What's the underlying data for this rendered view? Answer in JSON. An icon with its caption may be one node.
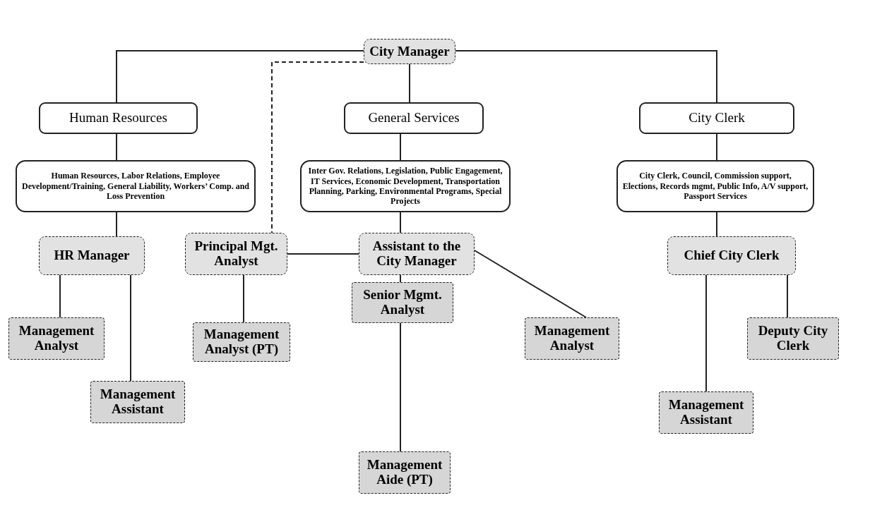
{
  "diagram": {
    "nodes": [
      {
        "text": [
          "City Manager"
        ]
      },
      {
        "text": [
          "Human Resources"
        ]
      },
      {
        "text": [
          "General Services"
        ]
      },
      {
        "text": [
          "City Clerk"
        ]
      },
      {
        "text": [
          "Human Resources, Labor Relations, Employee Development/Training, General Liability, Workers’ Comp. and Loss Prevention"
        ]
      },
      {
        "text": [
          "Inter Gov. Relations, Legislation, Public Engagement, IT Services, Economic Development, Transportation Planning, Parking, Environmental Programs, Special Projects"
        ]
      },
      {
        "text": [
          "City Clerk, Council, Commission support, Elections, Records mgmt, Public Info, A/V support, Passport Services"
        ]
      },
      {
        "text": [
          "HR Manager"
        ]
      },
      {
        "text": [
          "Principal Mgt. Analyst"
        ]
      },
      {
        "text": [
          "Assistant to the City Manager"
        ]
      },
      {
        "text": [
          "Chief City Clerk"
        ]
      },
      {
        "text": [
          "Management Analyst"
        ]
      },
      {
        "text": [
          "Management Assistant"
        ]
      },
      {
        "text": [
          "Management Analyst (PT)"
        ]
      },
      {
        "text": [
          "Senior Mgmt. Analyst"
        ]
      },
      {
        "text": [
          "Management Analyst"
        ]
      },
      {
        "text": [
          "Deputy City Clerk"
        ]
      },
      {
        "text": [
          "Management Assistant"
        ]
      },
      {
        "text": [
          "Management Aide (PT)"
        ]
      }
    ],
    "edges": [
      {
        "from": 0,
        "to": 1,
        "arrow": "none"
      },
      {
        "from": 0,
        "to": 2,
        "arrow": "none"
      },
      {
        "from": 0,
        "to": 3,
        "arrow": "none"
      },
      {
        "from": 0,
        "to": 8,
        "arrow": "none",
        "style": "dashed"
      },
      {
        "from": 1,
        "to": 4,
        "arrow": "none"
      },
      {
        "from": 2,
        "to": 5,
        "arrow": "none"
      },
      {
        "from": 3,
        "to": 6,
        "arrow": "none"
      },
      {
        "from": 4,
        "to": 7,
        "arrow": "none"
      },
      {
        "from": 5,
        "to": 9,
        "arrow": "none"
      },
      {
        "from": 6,
        "to": 10,
        "arrow": "none"
      },
      {
        "from": 9,
        "to": 8,
        "arrow": "none"
      },
      {
        "from": 7,
        "to": 11,
        "arrow": "none"
      },
      {
        "from": 7,
        "to": 12,
        "arrow": "none"
      },
      {
        "from": 8,
        "to": 13,
        "arrow": "none"
      },
      {
        "from": 9,
        "to": 14,
        "arrow": "none"
      },
      {
        "from": 14,
        "to": 18,
        "arrow": "none"
      },
      {
        "from": 9,
        "to": 15,
        "arrow": "none"
      },
      {
        "from": 10,
        "to": 16,
        "arrow": "none"
      },
      {
        "from": 10,
        "to": 17,
        "arrow": "none"
      }
    ]
  }
}
